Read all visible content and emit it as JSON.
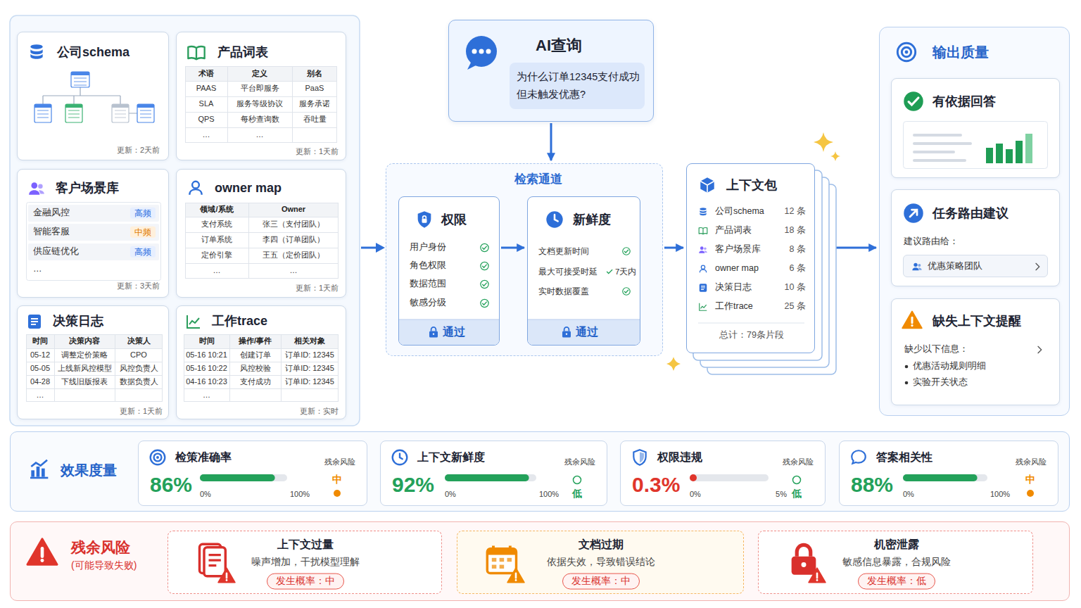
{
  "diagram": {
    "nodes": [
      {
        "text": [
          "公司schema",
          "更新：2天前"
        ]
      },
      {
        "text": [
          "产品词表",
          "术语",
          "定义",
          "别名",
          "PAAS",
          "平台即服务",
          "PaaS",
          "SLA",
          "服务等级协议",
          "服务承诺",
          "QPS",
          "每秒查询数",
          "吞吐量",
          "…",
          "…",
          "更新：1天前"
        ]
      },
      {
        "text": [
          "客户场景库",
          "金融风控",
          "高频",
          "智能客服",
          "中频",
          "供应链优化",
          "高频",
          "…",
          "更新：3天前"
        ]
      },
      {
        "text": [
          "owner map",
          "领域/系统",
          "Owner",
          "支付系统",
          "张三（支付团队）",
          "订单系统",
          "李四（订单团队）",
          "定价引擎",
          "王五（定价团队）",
          "…",
          "…",
          "更新：1天前"
        ]
      },
      {
        "text": [
          "决策日志",
          "时间",
          "决策内容",
          "决策人",
          "05-12",
          "调整定价策略",
          "CPO",
          "05-05",
          "上线新风控模型",
          "风控负责人",
          "04-28",
          "下线旧版报表",
          "数据负责人",
          "…",
          "更新：1天前"
        ]
      },
      {
        "text": [
          "工作trace",
          "时间",
          "操作/事件",
          "相关对象",
          "05-16 10:21",
          "创建订单",
          "订单ID: 12345",
          "05-16 10:22",
          "风控校验",
          "订单ID: 12345",
          "04-16 10:23",
          "支付成功",
          "订单ID: 12345",
          "…",
          "更新：实时"
        ]
      },
      {
        "text": [
          "AI查询"
        ]
      },
      {
        "text": [
          "为什么订单12345支付成功 但未触发优惠?"
        ],
        "in": 6
      },
      {
        "text": [
          "检索通道"
        ]
      },
      {
        "text": [
          "权限",
          "用户身份",
          "角色权限",
          "数据范围",
          "敏感分级",
          "通过"
        ],
        "in": 8
      },
      {
        "text": [
          "新鲜度",
          "文档更新时间",
          "最大可接受时延",
          "7天内",
          "实时数据覆盖",
          "通过"
        ],
        "in": 8
      },
      {
        "text": [
          "上下文包",
          "公司schema",
          "12 条",
          "产品词表",
          "18 条",
          "客户场景库",
          "8 条",
          "owner map",
          "6 条",
          "决策日志",
          "10 条",
          "工作trace",
          "25 条",
          "总计：79条片段"
        ]
      },
      {
        "text": [
          "输出质量"
        ]
      },
      {
        "text": [
          "有依据回答"
        ],
        "in": 12
      },
      {
        "text": [
          "任务路由建议",
          "建议路由给："
        ],
        "in": 12
      },
      {
        "text": [
          "优惠策略团队"
        ],
        "in": 14
      },
      {
        "text": [
          "缺失上下文提醒",
          "缺少以下信息：",
          "优惠活动规则明细",
          "实验开关状态"
        ],
        "in": 12
      },
      {
        "text": [
          "效果度量"
        ]
      },
      {
        "text": [
          "检策准确率",
          "残余风险",
          "86%",
          "0%",
          "100%",
          "中"
        ],
        "in": 17
      },
      {
        "text": [
          "上下文新鲜度",
          "残余风险",
          "92%",
          "0%",
          "100%",
          "低"
        ],
        "in": 17
      },
      {
        "text": [
          "权限违规",
          "残余风险",
          "0.3%",
          "0%",
          "5%",
          "低"
        ],
        "in": 17
      },
      {
        "text": [
          "答案相关性",
          "残余风险",
          "88%",
          "0%",
          "100%",
          "中"
        ],
        "in": 17
      },
      {
        "text": [
          "残余风险",
          "(可能导致失败)"
        ]
      },
      {
        "text": [
          "上下文过量",
          "噪声增加，干扰模型理解",
          "发生概率：中"
        ],
        "in": 22
      },
      {
        "text": [
          "文档过期",
          "依据失效，导致错误结论",
          "发生概率：中"
        ],
        "in": 22
      },
      {
        "text": [
          "机密泄露",
          "敏感信息暴露，合规风险",
          "发生概率：低"
        ],
        "in": 22
      }
    ],
    "edges": [
      {
        "from": 6,
        "to": 8,
        "arrow": "to"
      },
      {
        "from": 9,
        "to": 10,
        "arrow": "to"
      },
      {
        "from": 8,
        "to": 11,
        "arrow": "to"
      },
      {
        "from": 11,
        "to": 12,
        "arrow": "to"
      }
    ]
  }
}
